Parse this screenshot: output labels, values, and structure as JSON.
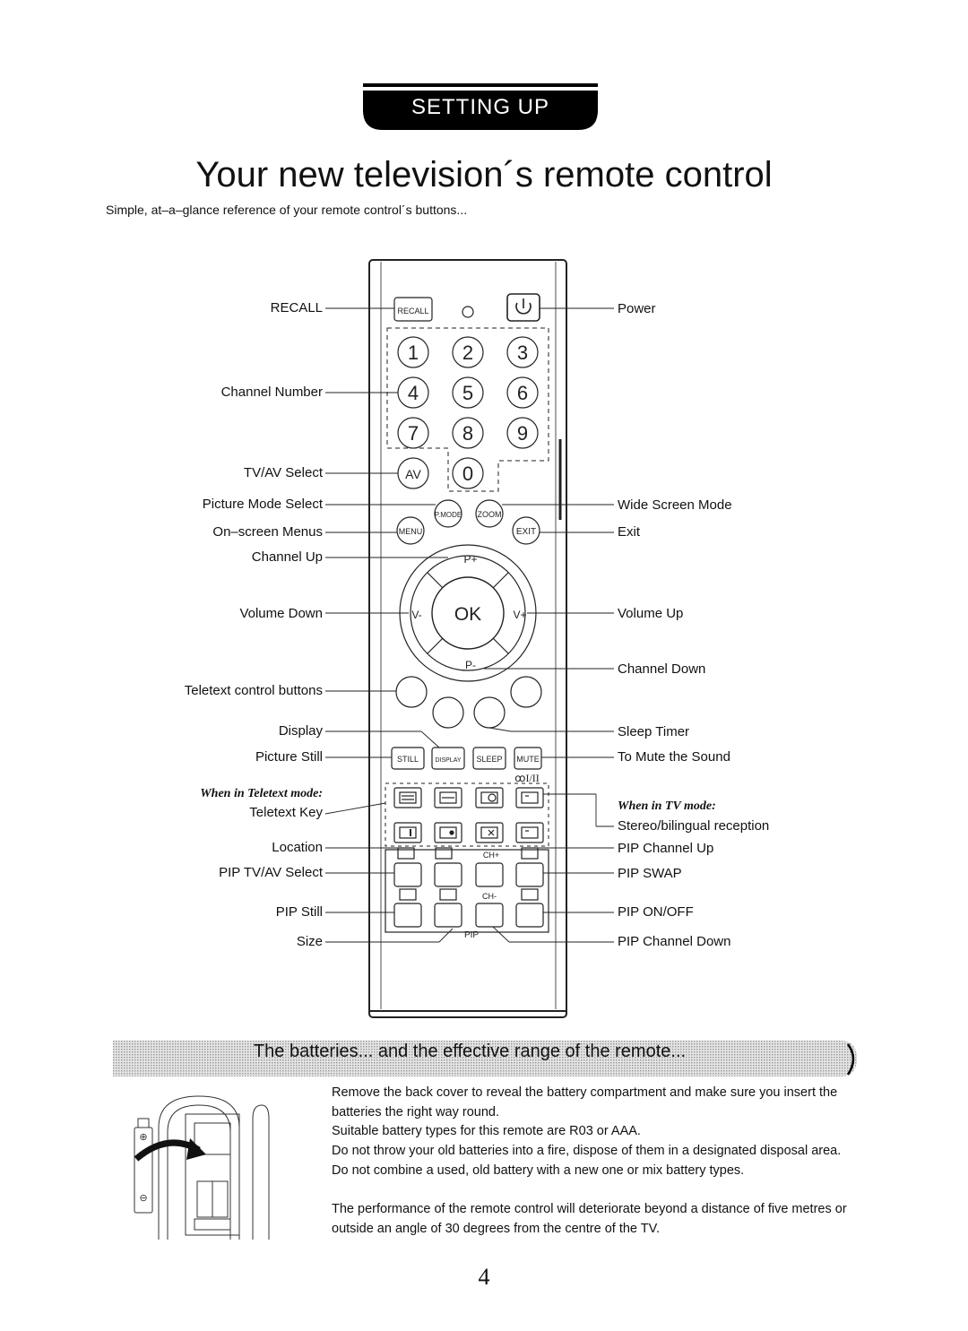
{
  "header": {
    "section_banner": "SETTING UP",
    "title": "Your new television´s remote control",
    "subtitle": "Simple, at–a–glance reference of your remote control´s buttons..."
  },
  "remote_buttons": {
    "recall": "RECALL",
    "digits": [
      "1",
      "2",
      "3",
      "4",
      "5",
      "6",
      "7",
      "8",
      "9"
    ],
    "zero": "0",
    "av": "AV",
    "pmode": "P.MODE",
    "zoom": "ZOOM",
    "menu": "MENU",
    "exit": "EXIT",
    "ok": "OK",
    "p_plus": "P+",
    "p_minus": "P-",
    "v_minus": "V-",
    "v_plus": "V+",
    "still": "STILL",
    "display": "DISPLAY",
    "sleep": "SLEEP",
    "mute": "MUTE",
    "stereo_symbol": "ꝏI/II",
    "ch_plus": "CH+",
    "ch_minus": "CH-",
    "pip": "PIP"
  },
  "labels_left": {
    "recall": "RECALL",
    "channel_number": "Channel Number",
    "tv_av_select": "TV/AV Select",
    "picture_mode": "Picture Mode Select",
    "onscreen_menus": "On–screen Menus",
    "channel_up": "Channel Up",
    "volume_down": "Volume Down",
    "teletext_buttons": "Teletext control buttons",
    "display": "Display",
    "picture_still": "Picture Still",
    "teletext_mode": "When in Teletext mode:",
    "teletext_key": "Teletext Key",
    "location": "Location",
    "pip_tvav": "PIP TV/AV Select",
    "pip_still": "PIP Still",
    "size": "Size"
  },
  "labels_right": {
    "power": "Power",
    "wide_screen": "Wide Screen Mode",
    "exit": "Exit",
    "volume_up": "Volume Up",
    "channel_down": "Channel Down",
    "sleep_timer": "Sleep Timer",
    "mute": "To Mute the Sound",
    "tv_mode": "When in TV mode:",
    "stereo": "Stereo/bilingual reception",
    "pip_ch_up": "PIP Channel Up",
    "pip_swap": "PIP SWAP",
    "pip_onoff": "PIP ON/OFF",
    "pip_ch_down": "PIP Channel Down"
  },
  "batteries": {
    "heading": "The batteries... and the effective range of the remote...",
    "p1": "Remove the back cover to reveal the battery compartment and make sure you insert the batteries the right way round.",
    "p2": "Suitable battery types for this remote are R03 or AAA.",
    "p3": "Do not throw your old batteries into a fire,  dispose of them in a designated disposal area.  Do not combine a used,  old battery with a new one or mix battery types.",
    "p4": "The performance of the remote control will deteriorate beyond a distance of five metres or outside an angle of 30 degrees from the centre of the TV.",
    "plus_sign": "⊕",
    "minus_sign": "⊖"
  },
  "page_number": "4"
}
